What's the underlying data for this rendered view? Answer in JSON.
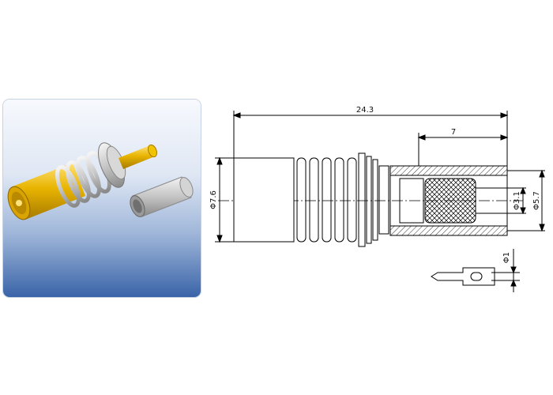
{
  "colors": {
    "gold": "#e8b400",
    "silver": "#c8c8c8",
    "panel_top": "#f7f9fd",
    "panel_bottom": "#3a64a8",
    "line": "#000000"
  },
  "dimensions": {
    "overall_length": "24.3",
    "crimp_length": "7",
    "body_diameter": "Φ7.6",
    "inner_diameter": "Φ3.1",
    "outer_diameter": "Φ5.7",
    "pin_diameter": "Φ1"
  }
}
